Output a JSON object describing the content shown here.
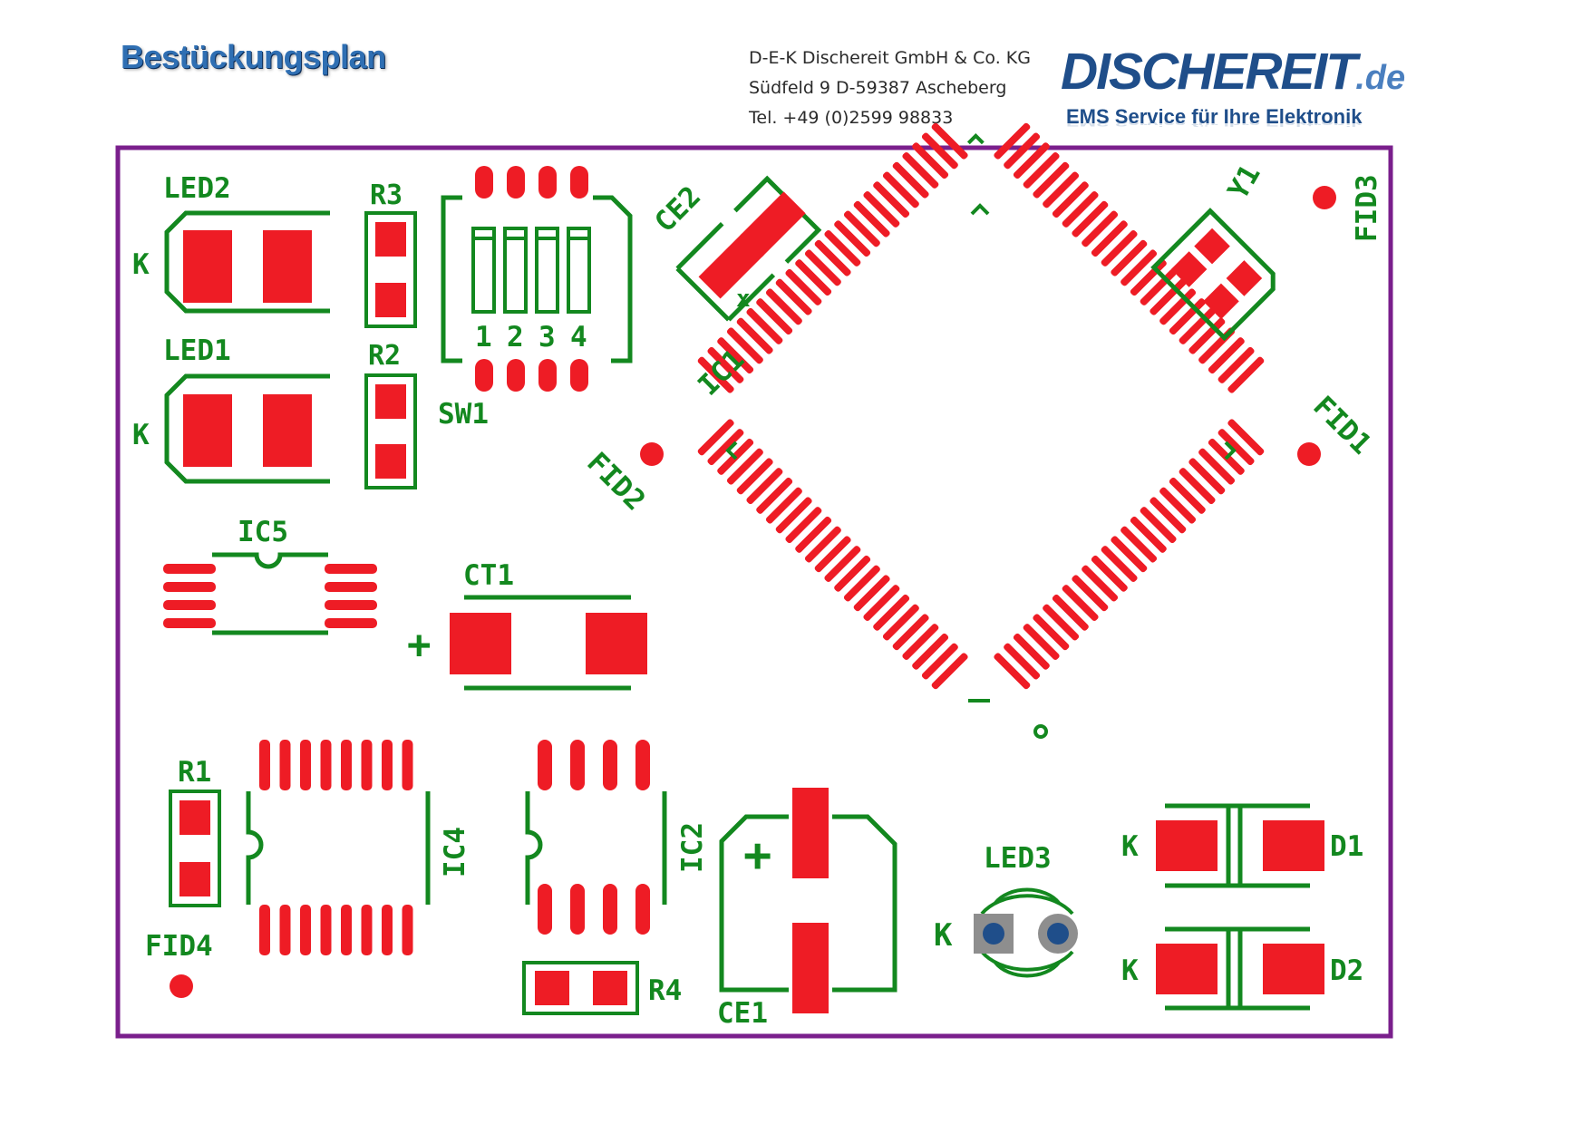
{
  "header": {
    "title": "Bestückungsplan",
    "company_lines": [
      "D-E-K Dischereit GmbH & Co. KG",
      "Südfeld 9  D-59387 Ascheberg",
      "Tel. +49 (0)2599 98833"
    ],
    "logo": {
      "brand": "DISCHEREIT",
      "tld": ".de",
      "tagline": "EMS Service für Ihre Elektronik"
    }
  },
  "colors": {
    "board_outline": "#7a1f8c",
    "silkscreen": "#13881f",
    "pads": "#ee1c25",
    "through_hole_ring": "#8e8e8e",
    "through_hole_drill": "#1f4e8a",
    "title": "#2f6fb3",
    "logo": "#1f4e8a"
  },
  "components": {
    "led2": "LED2",
    "led1": "LED1",
    "led3": "LED3",
    "r1": "R1",
    "r2": "R2",
    "r3": "R3",
    "r4": "R4",
    "sw1": "SW1",
    "ce1": "CE1",
    "ce2": "CE2",
    "ct1": "CT1",
    "ic1": "IC1",
    "ic2": "IC2",
    "ic4": "IC4",
    "ic5": "IC5",
    "y1": "Y1",
    "d1": "D1",
    "d2": "D2",
    "fid1": "FID1",
    "fid2": "FID2",
    "fid3": "FID3",
    "fid4": "FID4"
  },
  "markers": {
    "cathode": "K",
    "plus": "+",
    "switch_numbers": [
      "1",
      "2",
      "3",
      "4"
    ],
    "ce2_plus": "x"
  }
}
